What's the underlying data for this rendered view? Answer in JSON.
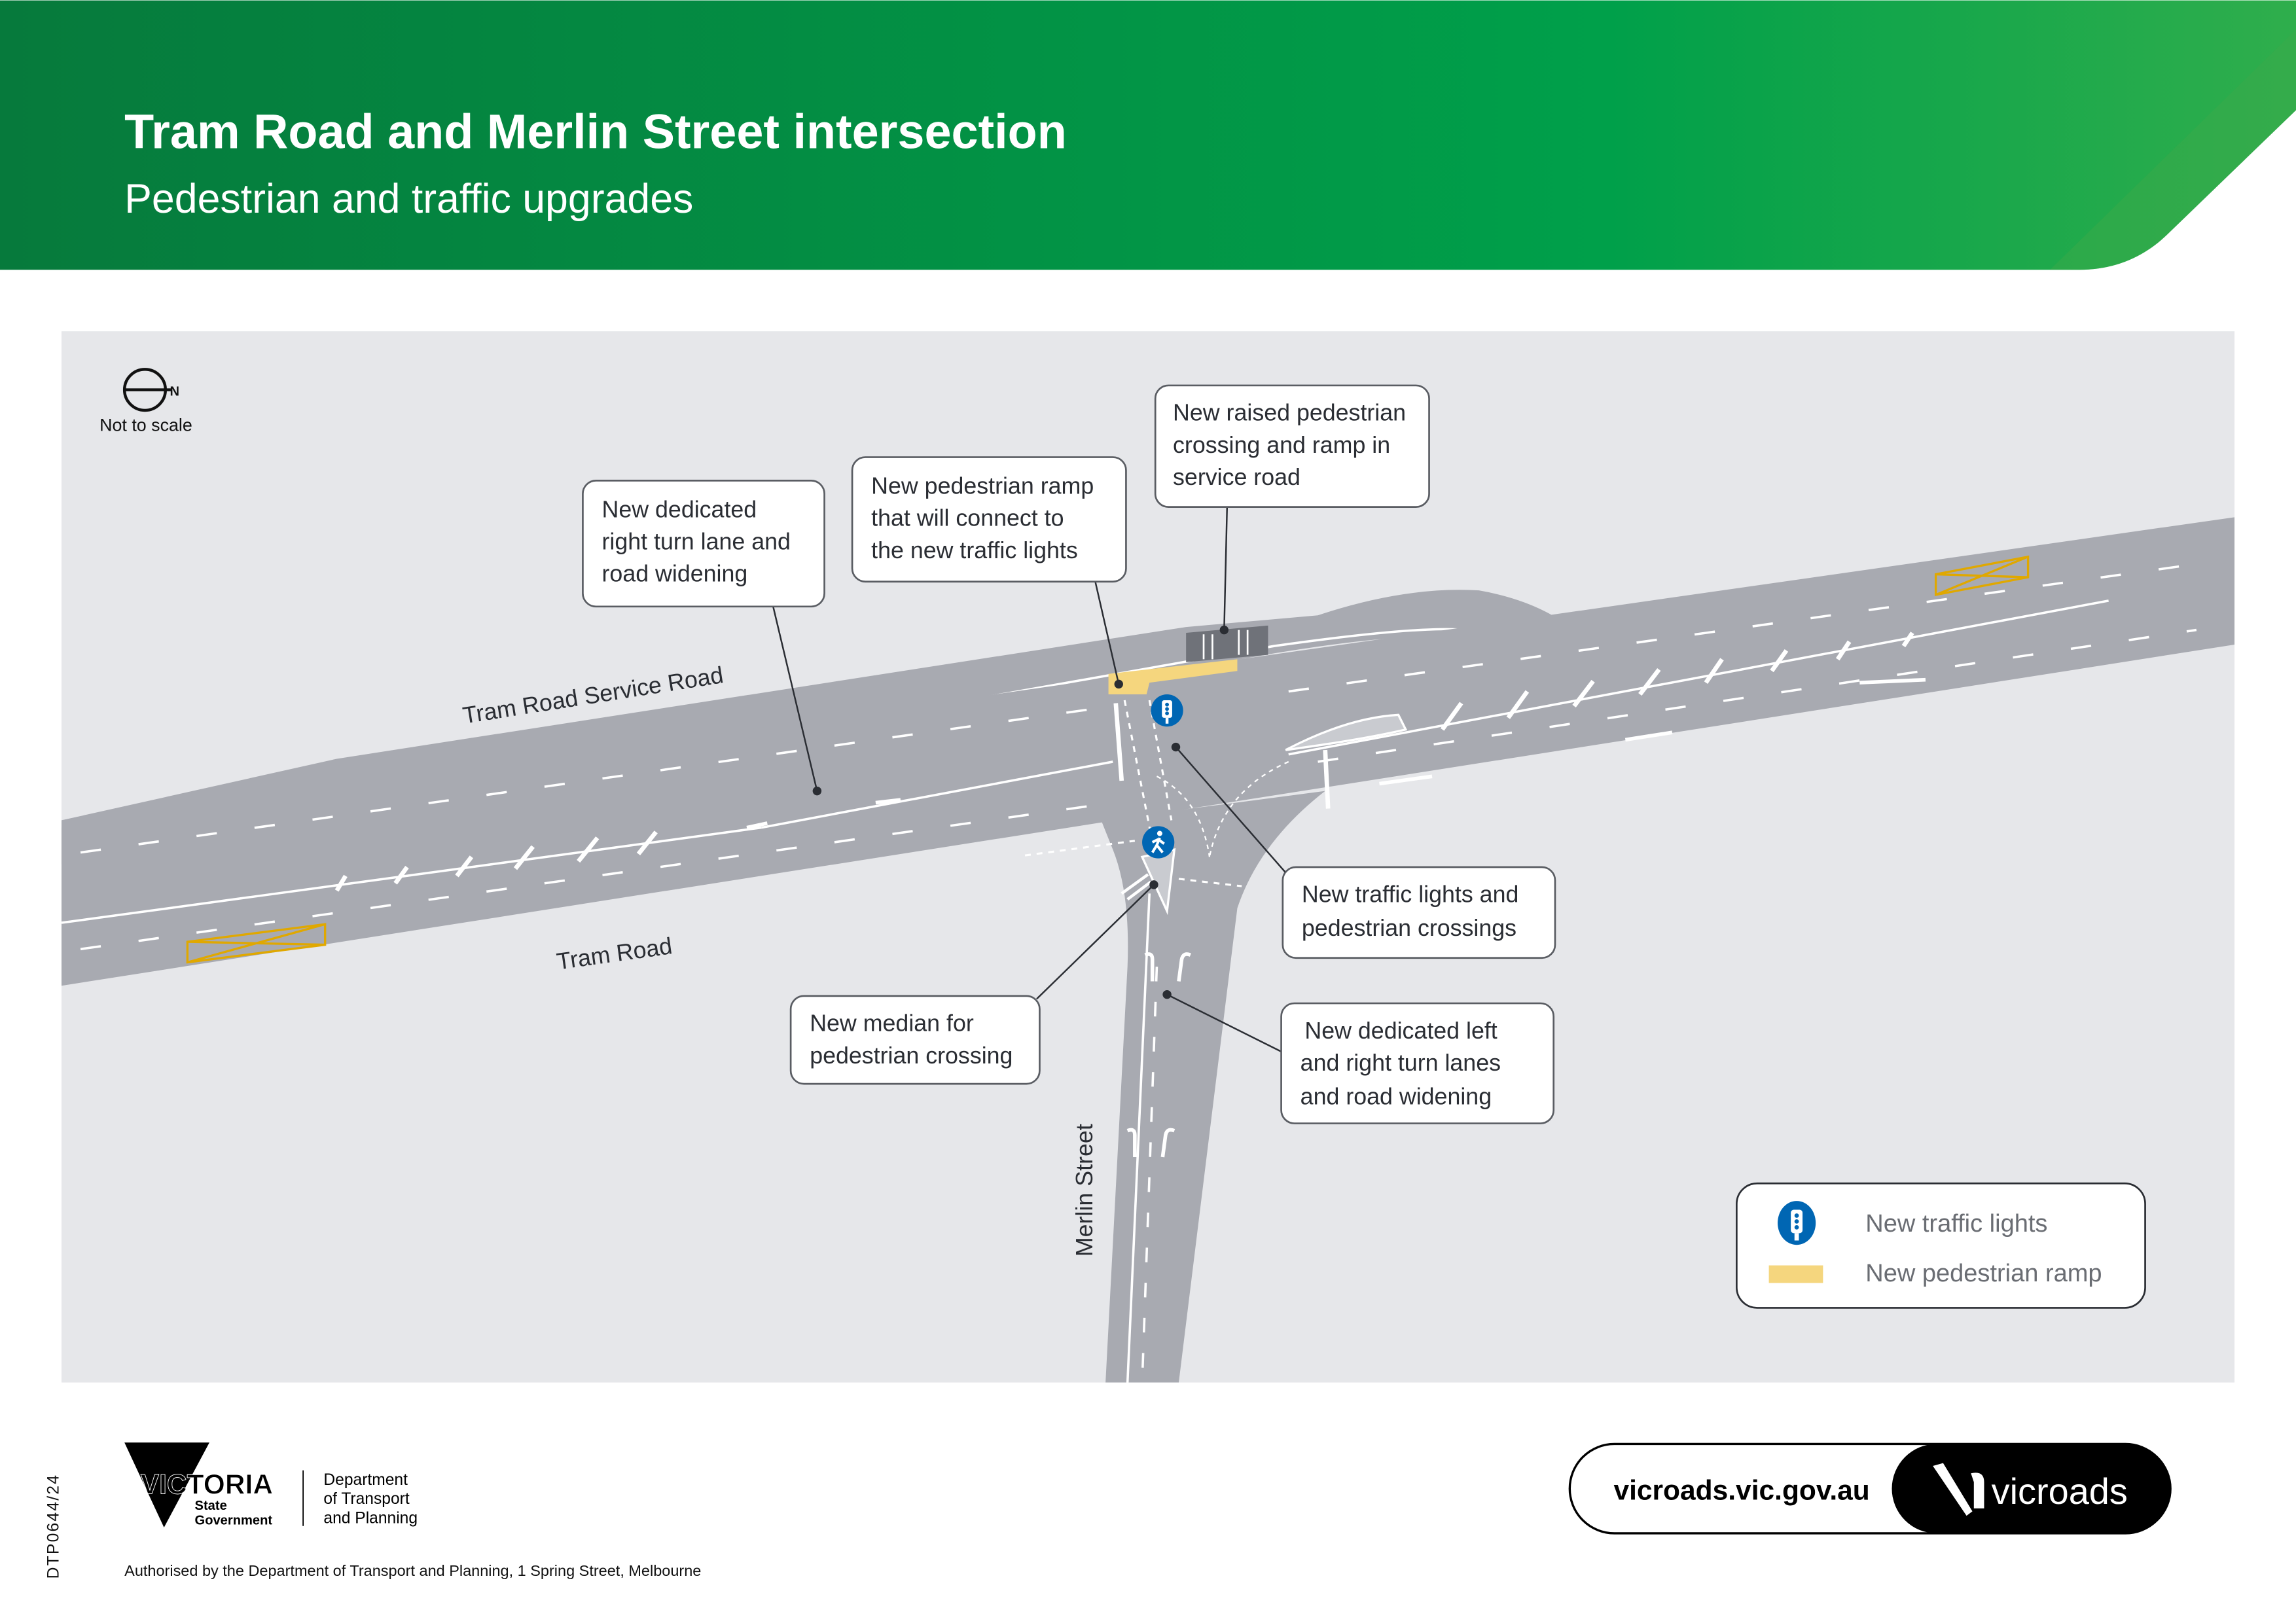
{
  "header": {
    "title": "Tram Road and Merlin Street intersection",
    "subtitle": "Pedestrian and traffic upgrades",
    "colors": {
      "dark_green": "#067a3c",
      "green": "#00a04a",
      "light_green": "#3aaa4a"
    }
  },
  "map": {
    "north_label": "N",
    "scale_note": "Not to scale",
    "road_labels": {
      "service_road": "Tram Road Service Road",
      "tram_road": "Tram Road",
      "merlin_street": "Merlin Street"
    },
    "callouts": [
      {
        "lines": [
          "New dedicated",
          "right turn lane and",
          "road widening"
        ]
      },
      {
        "lines": [
          "New pedestrian ramp",
          "that will connect to",
          "the new traffic lights"
        ]
      },
      {
        "lines": [
          "New raised pedestrian",
          "crossing and ramp in",
          "service road"
        ]
      },
      {
        "lines": [
          "New traffic lights and",
          "pedestrian crossings"
        ]
      },
      {
        "lines": [
          "New dedicated left",
          "and right turn lanes",
          "and road widening"
        ]
      },
      {
        "lines": [
          "New median for",
          "pedestrian crossing"
        ]
      }
    ],
    "colors": {
      "background": "#e6e7ea",
      "road": "#a8aab1",
      "ramp": "#f5d67e",
      "icon_blue": "#0066b3",
      "hatched_box": "#e0a800"
    }
  },
  "legend": {
    "items": [
      {
        "icon": "traffic-light-icon",
        "label": "New traffic lights"
      },
      {
        "icon": "pedestrian-ramp-swatch",
        "label": "New pedestrian ramp"
      }
    ]
  },
  "footer": {
    "doc_code": "DTP0644/24",
    "vic_logo": {
      "word": "VICTORIA",
      "line1": "State",
      "line2": "Government"
    },
    "department": [
      "Department",
      "of Transport",
      "and Planning"
    ],
    "authorised": "Authorised by the Department of Transport and Planning, 1 Spring Street, Melbourne",
    "website": "vicroads.vic.gov.au",
    "brand": "vicroads"
  }
}
